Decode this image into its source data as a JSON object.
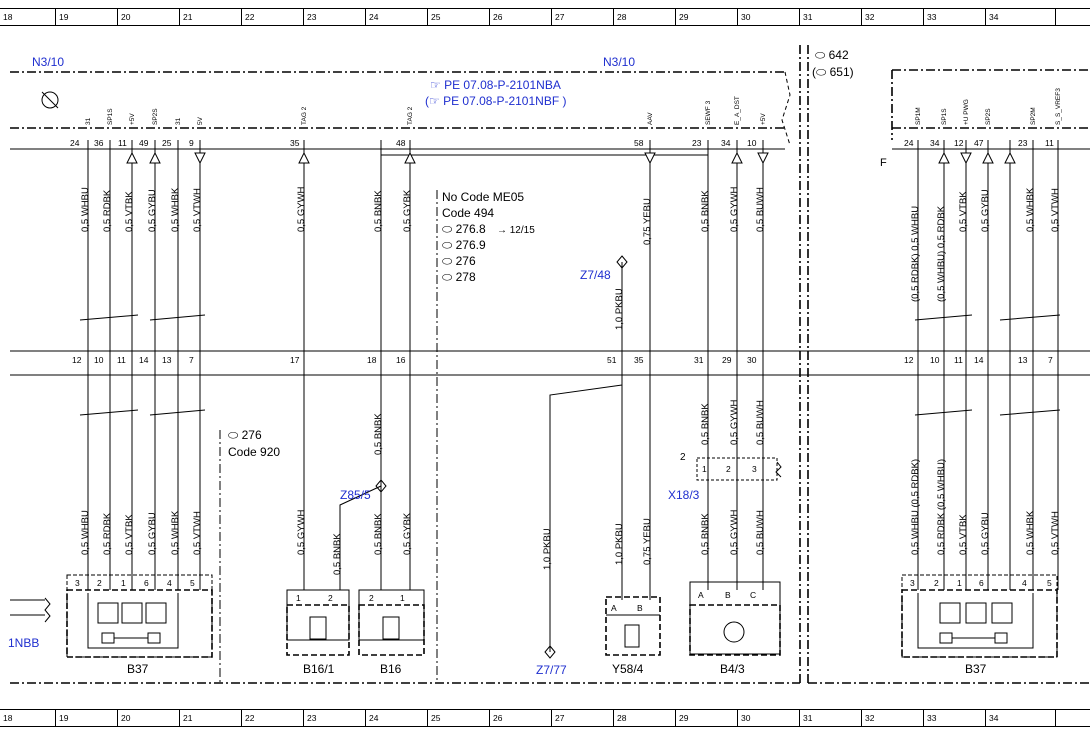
{
  "grid": [
    "18",
    "19",
    "20",
    "21",
    "22",
    "23",
    "24",
    "25",
    "26",
    "27",
    "28",
    "29",
    "30",
    "31",
    "32",
    "33",
    "34"
  ],
  "modules": {
    "left": "N3/10",
    "right": "N3/10"
  },
  "refs": {
    "r1": "PE 07.08-P-2101NBA",
    "r2": "PE 07.08-P-2101NBF",
    "engine_642": "642",
    "engine_651": "651)",
    "left_cut": "1NBB"
  },
  "codes": {
    "no_code": "No  Code ME05",
    "code494": "Code 494",
    "e1": "276.8",
    "e1_ref": "→ 12/15",
    "e2": "276.9",
    "e3": "276",
    "e4": "278",
    "left_engine": "276",
    "left_code": "Code 920",
    "f_label": "F"
  },
  "signals": [
    "31",
    "SP1S",
    "+5V",
    "SP2S",
    "31",
    "5V",
    "TAG 2",
    "TAG 2",
    "AAV",
    "SEWF 3",
    "E_A_DST",
    "+5V",
    "SP1M",
    "SP1S",
    "+U PWG",
    "SP2S",
    "SP2M",
    "S_S_VREF3"
  ],
  "pins_top": [
    "24",
    "36",
    "11",
    "49",
    "25",
    "9",
    "35",
    "48",
    "58",
    "23",
    "34",
    "10",
    "24",
    "34",
    "12",
    "47",
    "23",
    "11"
  ],
  "pins_mid": [
    "12",
    "10",
    "11",
    "14",
    "13",
    "7",
    "17",
    "18",
    "16",
    "51",
    "35",
    "31",
    "29",
    "30",
    "12",
    "10",
    "11",
    "14",
    "13",
    "7"
  ],
  "wires_upper": [
    "0,5 WHBU",
    "0,5 RDBK",
    "0,5 VTBK",
    "0,5 GYBU",
    "0,5 WHBK",
    "0,5 VTWH",
    "0,5 GYWH",
    "0,5 BNBK",
    "0,5 GYBK",
    "0,75 YEBU",
    "0,5 BNBK",
    "0,5 GYWH",
    "0,5 BUWH",
    "(0,5 RDBK) 0,5 WHBU",
    "(0,5 WHBU) 0,5 RDBK",
    "0,5 VTBK",
    "0,5 GYBU",
    "0,5 WHBK",
    "0,5 VTWH"
  ],
  "wires_mid": [
    "0,5 BNBK",
    "0,5 BNBK",
    "0,5 GYWH",
    "0,5 BUWH",
    "0,5 WHBU (0,5 RDBK)",
    "0,5 RDBK (0,5 WHBU)"
  ],
  "wires_lower": [
    "0,5 WHBU",
    "0,5 RDBK",
    "0,5 VTBK",
    "0,5 GYBU",
    "0,5 WHBK",
    "0,5 VTWH",
    "0,5 GYWH",
    "0,5 BNBK",
    "0,5 BNBK",
    "0,5 GYBK",
    "1,0 PKBU",
    "1,0 PKBU",
    "0,75 YEBU",
    "0,5 BNBK",
    "0,5 GYWH",
    "0,5 BUWH",
    "0,5 VTBK",
    "0,5 GYBU",
    "0,5 WHBK",
    "0,5 VTWH"
  ],
  "wire_pkbu_top": "1,0 PKBU",
  "splices": {
    "z7_48": "Z7/48",
    "z85_5": "Z85/5",
    "z7_77": "Z7/77"
  },
  "connector": {
    "name": "X18/3",
    "num": "2",
    "p1": "1",
    "p2": "2",
    "p3": "3"
  },
  "components": {
    "b37_left": "B37",
    "b16_1": "B16/1",
    "b16": "B16",
    "y58_4": "Y58/4",
    "b4_3": "B4/3",
    "b37_right": "B37"
  },
  "comp_pins": {
    "b37": [
      "3",
      "2",
      "1",
      "6",
      "4",
      "5"
    ],
    "b16_1": [
      "1",
      "2"
    ],
    "b16": [
      "2",
      "1"
    ],
    "y58_4": [
      "A",
      "B"
    ],
    "b4_3": [
      "A",
      "B",
      "C"
    ],
    "b37r": [
      "3",
      "2",
      "1",
      "6",
      "4",
      "5"
    ]
  },
  "colors": {
    "ink": "#000000",
    "ref_blue": "#1f2fcf"
  }
}
